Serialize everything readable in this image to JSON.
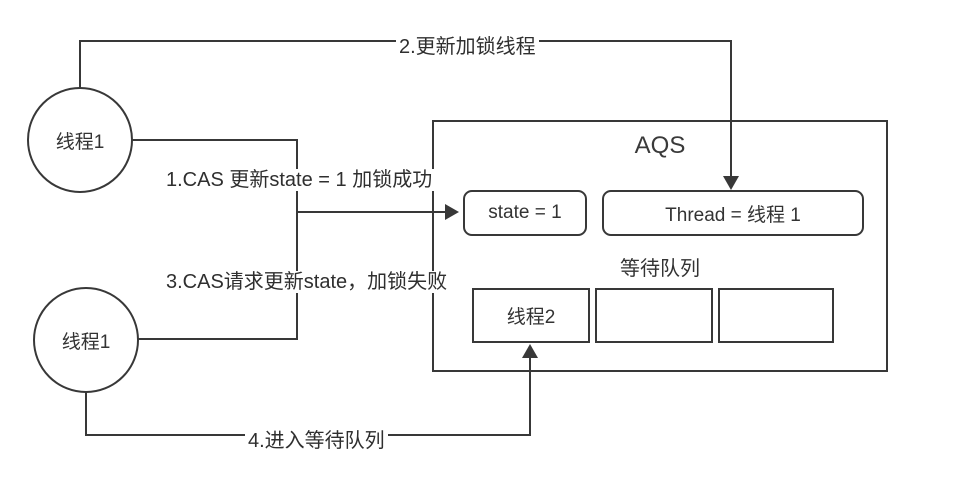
{
  "colors": {
    "line": "#383838",
    "text": "#333333",
    "background": "#ffffff"
  },
  "nodes": {
    "thread_top": {
      "label": "线程1"
    },
    "thread_bottom": {
      "label": "线程1"
    },
    "aqs": {
      "title": "AQS"
    },
    "state_box": {
      "label": "state = 1"
    },
    "owner_box": {
      "label": "Thread = 线程 1"
    },
    "wait_queue": {
      "title": "等待队列",
      "cells": [
        "线程2",
        "",
        ""
      ]
    }
  },
  "edges": {
    "step1": {
      "label": "1.CAS 更新state = 1 加锁成功"
    },
    "step2": {
      "label": "2.更新加锁线程"
    },
    "step3": {
      "label": "3.CAS请求更新state，加锁失败"
    },
    "step4": {
      "label": "4.进入等待队列"
    }
  }
}
